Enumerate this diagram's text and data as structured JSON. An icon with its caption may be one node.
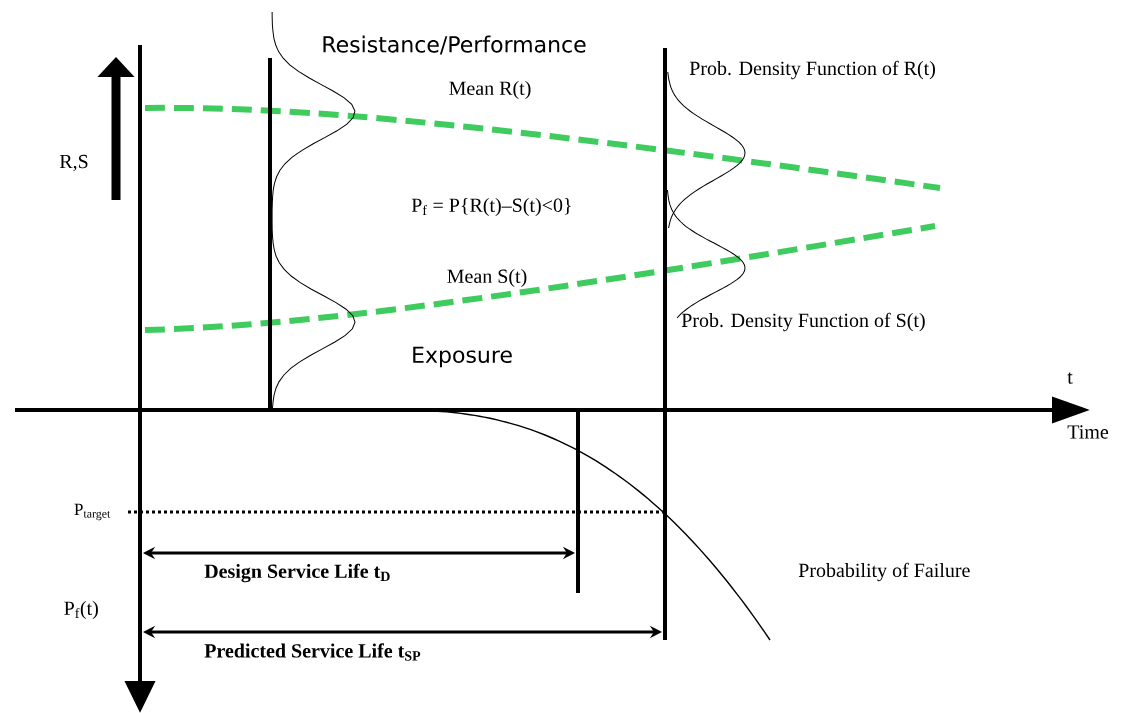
{
  "diagram": {
    "labels": [
      "Resistance/Performance",
      "Mean R(t)",
      "Prob. Density Function of R(t)",
      "R,S",
      "P$_{f}$ = P{R(t)–S(t)<0}",
      "Mean S(t)",
      "Prob. Density Function of S(t)",
      "Exposure",
      "t",
      "Time",
      "P$_{target}$",
      "Design Service Life t$_{D}$",
      "Probability of Failure",
      "P$_{f}$(t)",
      "Predicted Service Life t$_{SP}$"
    ]
  }
}
